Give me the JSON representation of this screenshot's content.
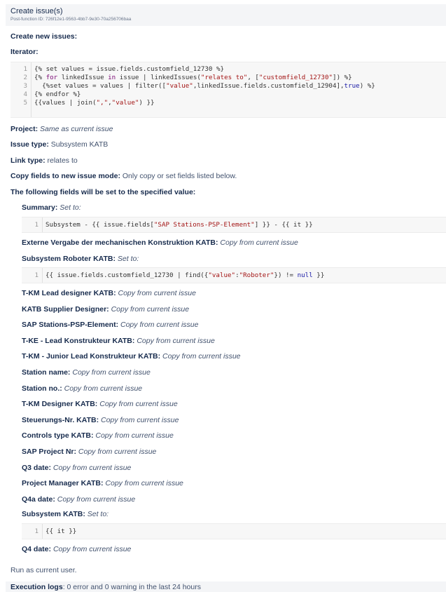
{
  "header": {
    "title": "Create issue(s)",
    "post_function_id": "Post-function ID: 726f12e1-9563-4bb7-9e30-70a256706baa"
  },
  "create_new_issues": "Create new issues:",
  "iterator": {
    "label": "Iterator:",
    "lines": [
      {
        "num": "1",
        "parts": [
          [
            "t",
            "{% set values = issue.fields.customfield_12730 %}"
          ]
        ]
      },
      {
        "num": "2",
        "parts": [
          [
            "t",
            "{% "
          ],
          [
            "kw",
            "for"
          ],
          [
            "t",
            " linkedIssue "
          ],
          [
            "kw",
            "in"
          ],
          [
            "t",
            " issue | linkedIssues("
          ],
          [
            "str",
            "\"relates to\""
          ],
          [
            "t",
            ", ["
          ],
          [
            "str",
            "\"customfield_12730\""
          ],
          [
            "t",
            "]) %}"
          ]
        ]
      },
      {
        "num": "3",
        "parts": [
          [
            "t",
            "  {%set values = values | filter(["
          ],
          [
            "str",
            "\"value\""
          ],
          [
            "t",
            ",linkedIssue.fields.customfield_12904],"
          ],
          [
            "bool",
            "true"
          ],
          [
            "t",
            ") %}"
          ]
        ]
      },
      {
        "num": "4",
        "parts": [
          [
            "t",
            "{% endfor %}"
          ]
        ]
      },
      {
        "num": "5",
        "parts": [
          [
            "t",
            "{{values | join("
          ],
          [
            "str",
            "\",\""
          ],
          [
            "t",
            ","
          ],
          [
            "str",
            "\"value\""
          ],
          [
            "t",
            ") }}"
          ]
        ]
      }
    ]
  },
  "settings": {
    "project": {
      "label": "Project:",
      "value": "Same as current issue"
    },
    "issue_type": {
      "label": "Issue type:",
      "value": "Subsystem KATB"
    },
    "link_type": {
      "label": "Link type:",
      "value": "relates to"
    },
    "copy_mode": {
      "label": "Copy fields to new issue mode:",
      "value": "Only copy or set fields listed below."
    },
    "fields_heading": "The following fields will be set to the specified value:"
  },
  "fields": {
    "summary": {
      "label": "Summary:",
      "value": "Set to:",
      "code": [
        [
          "t",
          "Subsystem - {{ issue.fields["
        ],
        [
          "str",
          "\"SAP Stations-PSP-Element\""
        ],
        [
          "t",
          "] }} - {{ it }}"
        ]
      ]
    },
    "externe": {
      "label": "Externe Vergabe der mechanischen Konstruktion KATB:",
      "value": "Copy from current issue"
    },
    "roboter": {
      "label": "Subsystem Roboter KATB:",
      "value": "Set to:",
      "code": [
        [
          "t",
          "{{ issue.fields.customfield_12730 | find({"
        ],
        [
          "str",
          "\"value\""
        ],
        [
          "t",
          ":"
        ],
        [
          "str",
          "\"Roboter\""
        ],
        [
          "t",
          "}) != "
        ],
        [
          "bool",
          "null"
        ],
        [
          "t",
          " }}"
        ]
      ]
    },
    "copy_list": [
      {
        "label": "T-KM Lead designer KATB:",
        "value": "Copy from current issue"
      },
      {
        "label": "KATB Supplier Designer:",
        "value": "Copy from current issue"
      },
      {
        "label": "SAP Stations-PSP-Element:",
        "value": "Copy from current issue"
      },
      {
        "label": "T-KE - Lead Konstrukteur KATB:",
        "value": "Copy from current issue"
      },
      {
        "label": "T-KM - Junior Lead Konstrukteur KATB:",
        "value": "Copy from current issue"
      },
      {
        "label": "Station name:",
        "value": "Copy from current issue"
      },
      {
        "label": "Station no.:",
        "value": "Copy from current issue"
      },
      {
        "label": "T-KM Designer KATB:",
        "value": "Copy from current issue"
      },
      {
        "label": "Steuerungs-Nr. KATB:",
        "value": "Copy from current issue"
      },
      {
        "label": "Controls type KATB:",
        "value": "Copy from current issue"
      },
      {
        "label": "SAP Project Nr:",
        "value": "Copy from current issue"
      },
      {
        "label": "Q3 date:",
        "value": "Copy from current issue"
      },
      {
        "label": "Project Manager KATB:",
        "value": "Copy from current issue"
      },
      {
        "label": "Q4a date:",
        "value": "Copy from current issue"
      }
    ],
    "subsystem": {
      "label": "Subsystem KATB:",
      "value": "Set to:",
      "code": [
        [
          "t",
          "{{ it }}"
        ]
      ]
    },
    "q4": {
      "label": "Q4 date:",
      "value": "Copy from current issue"
    }
  },
  "run_as": "Run as current user.",
  "execution_logs": {
    "label": "Execution logs",
    "value": ": 0 error and 0 warning in the last 24 hours"
  }
}
